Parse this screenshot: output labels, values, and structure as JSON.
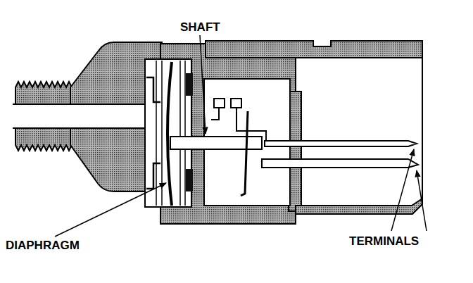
{
  "diagram": {
    "labels": [
      "SHAFT",
      "DIAPHRAGM",
      "TERMINALS"
    ]
  }
}
